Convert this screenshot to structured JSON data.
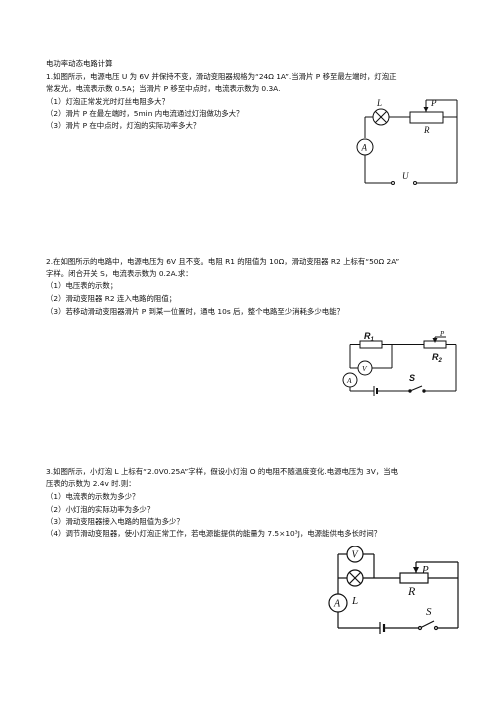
{
  "doc": {
    "title": "电功率动态电路计算",
    "q1": {
      "lines": [
        "1.如图所示，电源电压 U 为 6V 并保持不变，滑动变阻器规格为“24Ω 1A”.当滑片 P 移至最左端时，灯泡正",
        "常发光，电流表示数 0.5A；当滑片 P 移至中点时，电流表示数为 0.3A.",
        "（1）灯泡正常发光时灯丝电阻多大？",
        "（2）滑片 P 在最左端时，5min 内电流通过灯泡做功多大？",
        "（3）滑片 P 在中点时，灯泡的实际功率多大？"
      ],
      "fig": {
        "L": "L",
        "P": "P",
        "R": "R",
        "A": "A",
        "U": "U"
      }
    },
    "q2": {
      "lines": [
        "2.在如图所示的电路中，电源电压为 6V 且不变。电阻 R1 的阻值为 10Ω，滑动变阻器 R2 上标有“50Ω 2A”",
        "字样。闭合开关 S，电流表示数为 0.2A.求：",
        "（1）电压表的示数；",
        "（2）滑动变阻器 R2 连入电路的阻值；",
        "（3）若移动滑动变阻器滑片 P 到某一位置时，通电 10s 后，整个电路至少消耗多少电能？"
      ],
      "fig": {
        "R1": "R",
        "R1sub": "1",
        "P": "P",
        "R2": "R",
        "R2sub": "2",
        "V": "V",
        "A": "A",
        "S": "S"
      }
    },
    "q3": {
      "lines": [
        "3.如图所示，小灯泡 L 上标有“2.0V0.25A”字样，假设小灯泡 O 的电阻不随温度变化.电源电压为 3V，当电",
        "压表的示数为 2.4v 时.则：",
        "（1）电流表的示数为多少？",
        "（2）小灯泡的实际功率为多少？",
        "（3）滑动变阻器接入电路的阻值为多少？",
        "（4）调节滑动变阻器，使小灯泡正常工作，若电源能提供的能量为 7.5×10³J，电源能供电多长时间？"
      ],
      "fig": {
        "V": "V",
        "R": "R",
        "P": "P",
        "A": "A",
        "L": "L",
        "S": "S"
      }
    }
  }
}
